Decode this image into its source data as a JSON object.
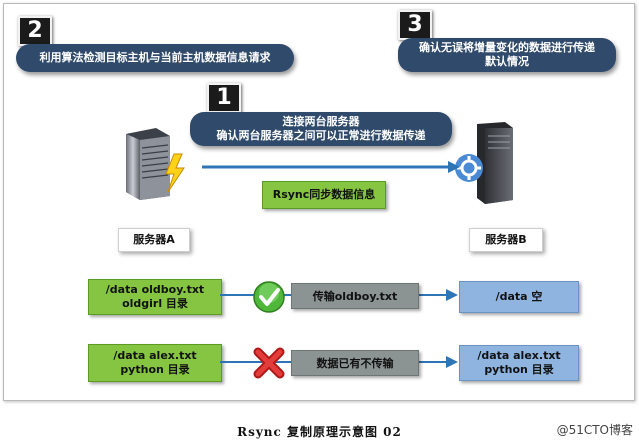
{
  "steps": {
    "step1": {
      "number": "1",
      "line1": "连接两台服务器",
      "line2": "确认两台服务器之间可以正常进行数据传递"
    },
    "step2": {
      "number": "2",
      "text": "利用算法检测目标主机与当前主机数据信息请求"
    },
    "step3": {
      "number": "3",
      "line1": "确认无误将增量变化的数据进行传递",
      "line2": "默认情况"
    }
  },
  "sync_label": "Rsync同步数据信息",
  "server_a": {
    "label": "服务器A"
  },
  "server_b": {
    "label": "服务器B"
  },
  "row1": {
    "source_line1": "/data  oldboy.txt",
    "source_line2": "oldgirl 目录",
    "action": "传输oldboy.txt",
    "target_line1": "/data  空",
    "status_icon": "checkmark-icon"
  },
  "row2": {
    "source_line1": "/data  alex.txt",
    "source_line2": "python 目录",
    "action": "数据已有不传输",
    "target_line1": "/data  alex.txt",
    "target_line2": "python  目录",
    "status_icon": "cross-icon"
  },
  "caption": "Rsync 复制原理示意图 02",
  "watermark": "@51CTO博客",
  "colors": {
    "pill": "#2f4a6a",
    "green_box": "#86c541",
    "gray_box": "#8c9393",
    "blue_box": "#8fb4e0",
    "arrow": "#2e75b6"
  }
}
